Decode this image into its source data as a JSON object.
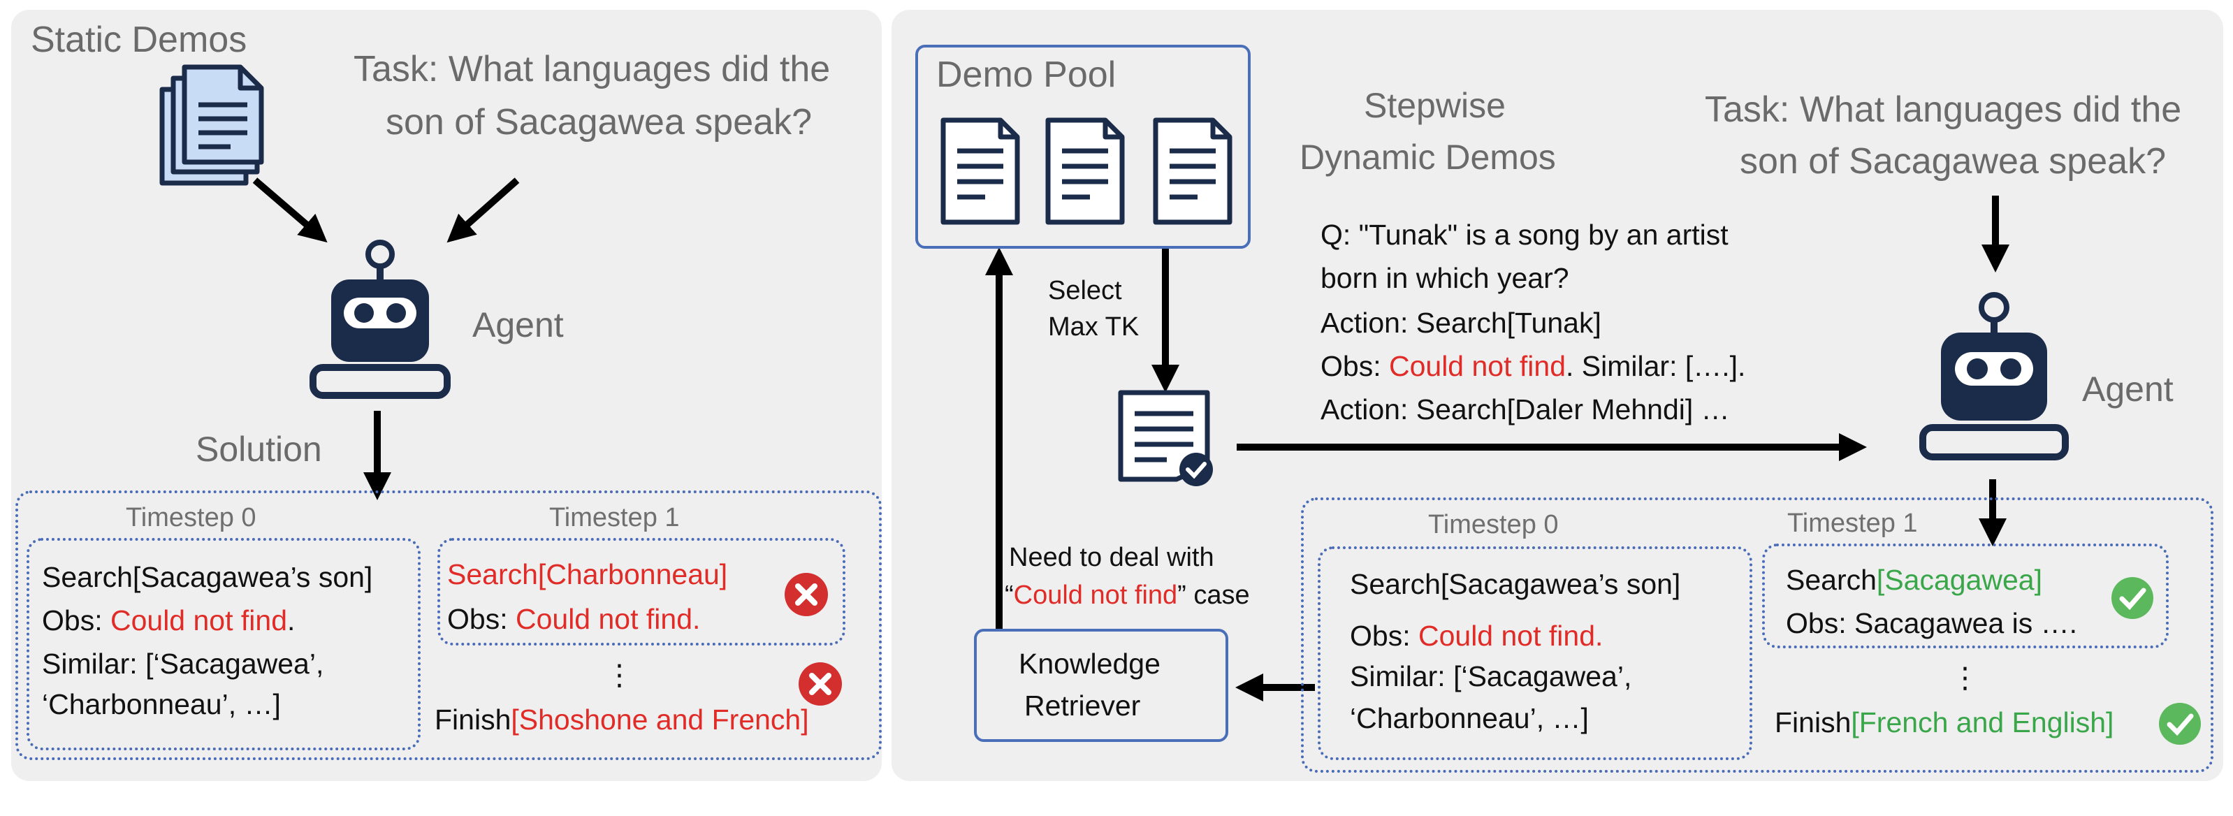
{
  "left": {
    "static_demos": "Static Demos",
    "task_line1": "Task: What languages did the",
    "task_line2": "son of Sacagawea speak?",
    "agent": "Agent",
    "solution": "Solution",
    "ts0": {
      "label": "Timestep 0",
      "line1": "Search[Sacagawea’s son]",
      "obs_prefix": "Obs: ",
      "obs_red": "Could not find",
      "obs_suffix": ".",
      "line3": "Similar: [‘Sacagawea’,",
      "line4": "‘Charbonneau’, …]"
    },
    "ts1": {
      "label": "Timestep 1",
      "search_prefix": "Search",
      "search_arg": "[Charbonneau]",
      "obs_prefix": "Obs: ",
      "obs_red": "Could not find.",
      "dots": "⋮",
      "finish_prefix": "Finish",
      "finish_arg": "[Shoshone and French]"
    }
  },
  "right": {
    "demo_pool": "Demo Pool",
    "select_line1": "Select",
    "select_line2": "Max TK",
    "stepwise_line1": "Stepwise",
    "stepwise_line2": "Dynamic Demos",
    "q_line1": "Q: \"Tunak\" is a song by an artist",
    "q_line2": "born in which year?",
    "action1": "Action: Search[Tunak]",
    "obs_prefix": "Obs: ",
    "obs_red": "Could not find",
    "obs_suffix": ". Similar: [….].",
    "action2": "Action: Search[Daler Mehndi] …",
    "task_line1": "Task: What languages did the",
    "task_line2": "son of Sacagawea speak?",
    "agent": "Agent",
    "need_line1": "Need to deal with",
    "need_q_open": "“",
    "need_red": "Could not find",
    "need_q_close": "” case",
    "knowledge_line1": "Knowledge",
    "knowledge_line2": "Retriever",
    "ts0": {
      "label": "Timestep 0",
      "line1": "Search[Sacagawea’s son]",
      "obs_prefix": "Obs: ",
      "obs_red": "Could not find.",
      "line3": "Similar: [‘Sacagawea’,",
      "line4": "‘Charbonneau’, …]"
    },
    "ts1": {
      "label": "Timestep 1",
      "search_prefix": "Search",
      "search_arg": "[Sacagawea]",
      "obs": "Obs: Sacagawea is ….",
      "dots": "⋮",
      "finish_prefix": "Finish",
      "finish_arg": "[French and English]"
    }
  },
  "colors": {
    "red": "#e02b27",
    "green": "#3aa64a",
    "blue": "#4a6fb8"
  },
  "icons": [
    "documents-icon",
    "robot-icon",
    "document-icon",
    "doc-check-icon",
    "cross-icon",
    "check-icon",
    "arrow-icon"
  ]
}
